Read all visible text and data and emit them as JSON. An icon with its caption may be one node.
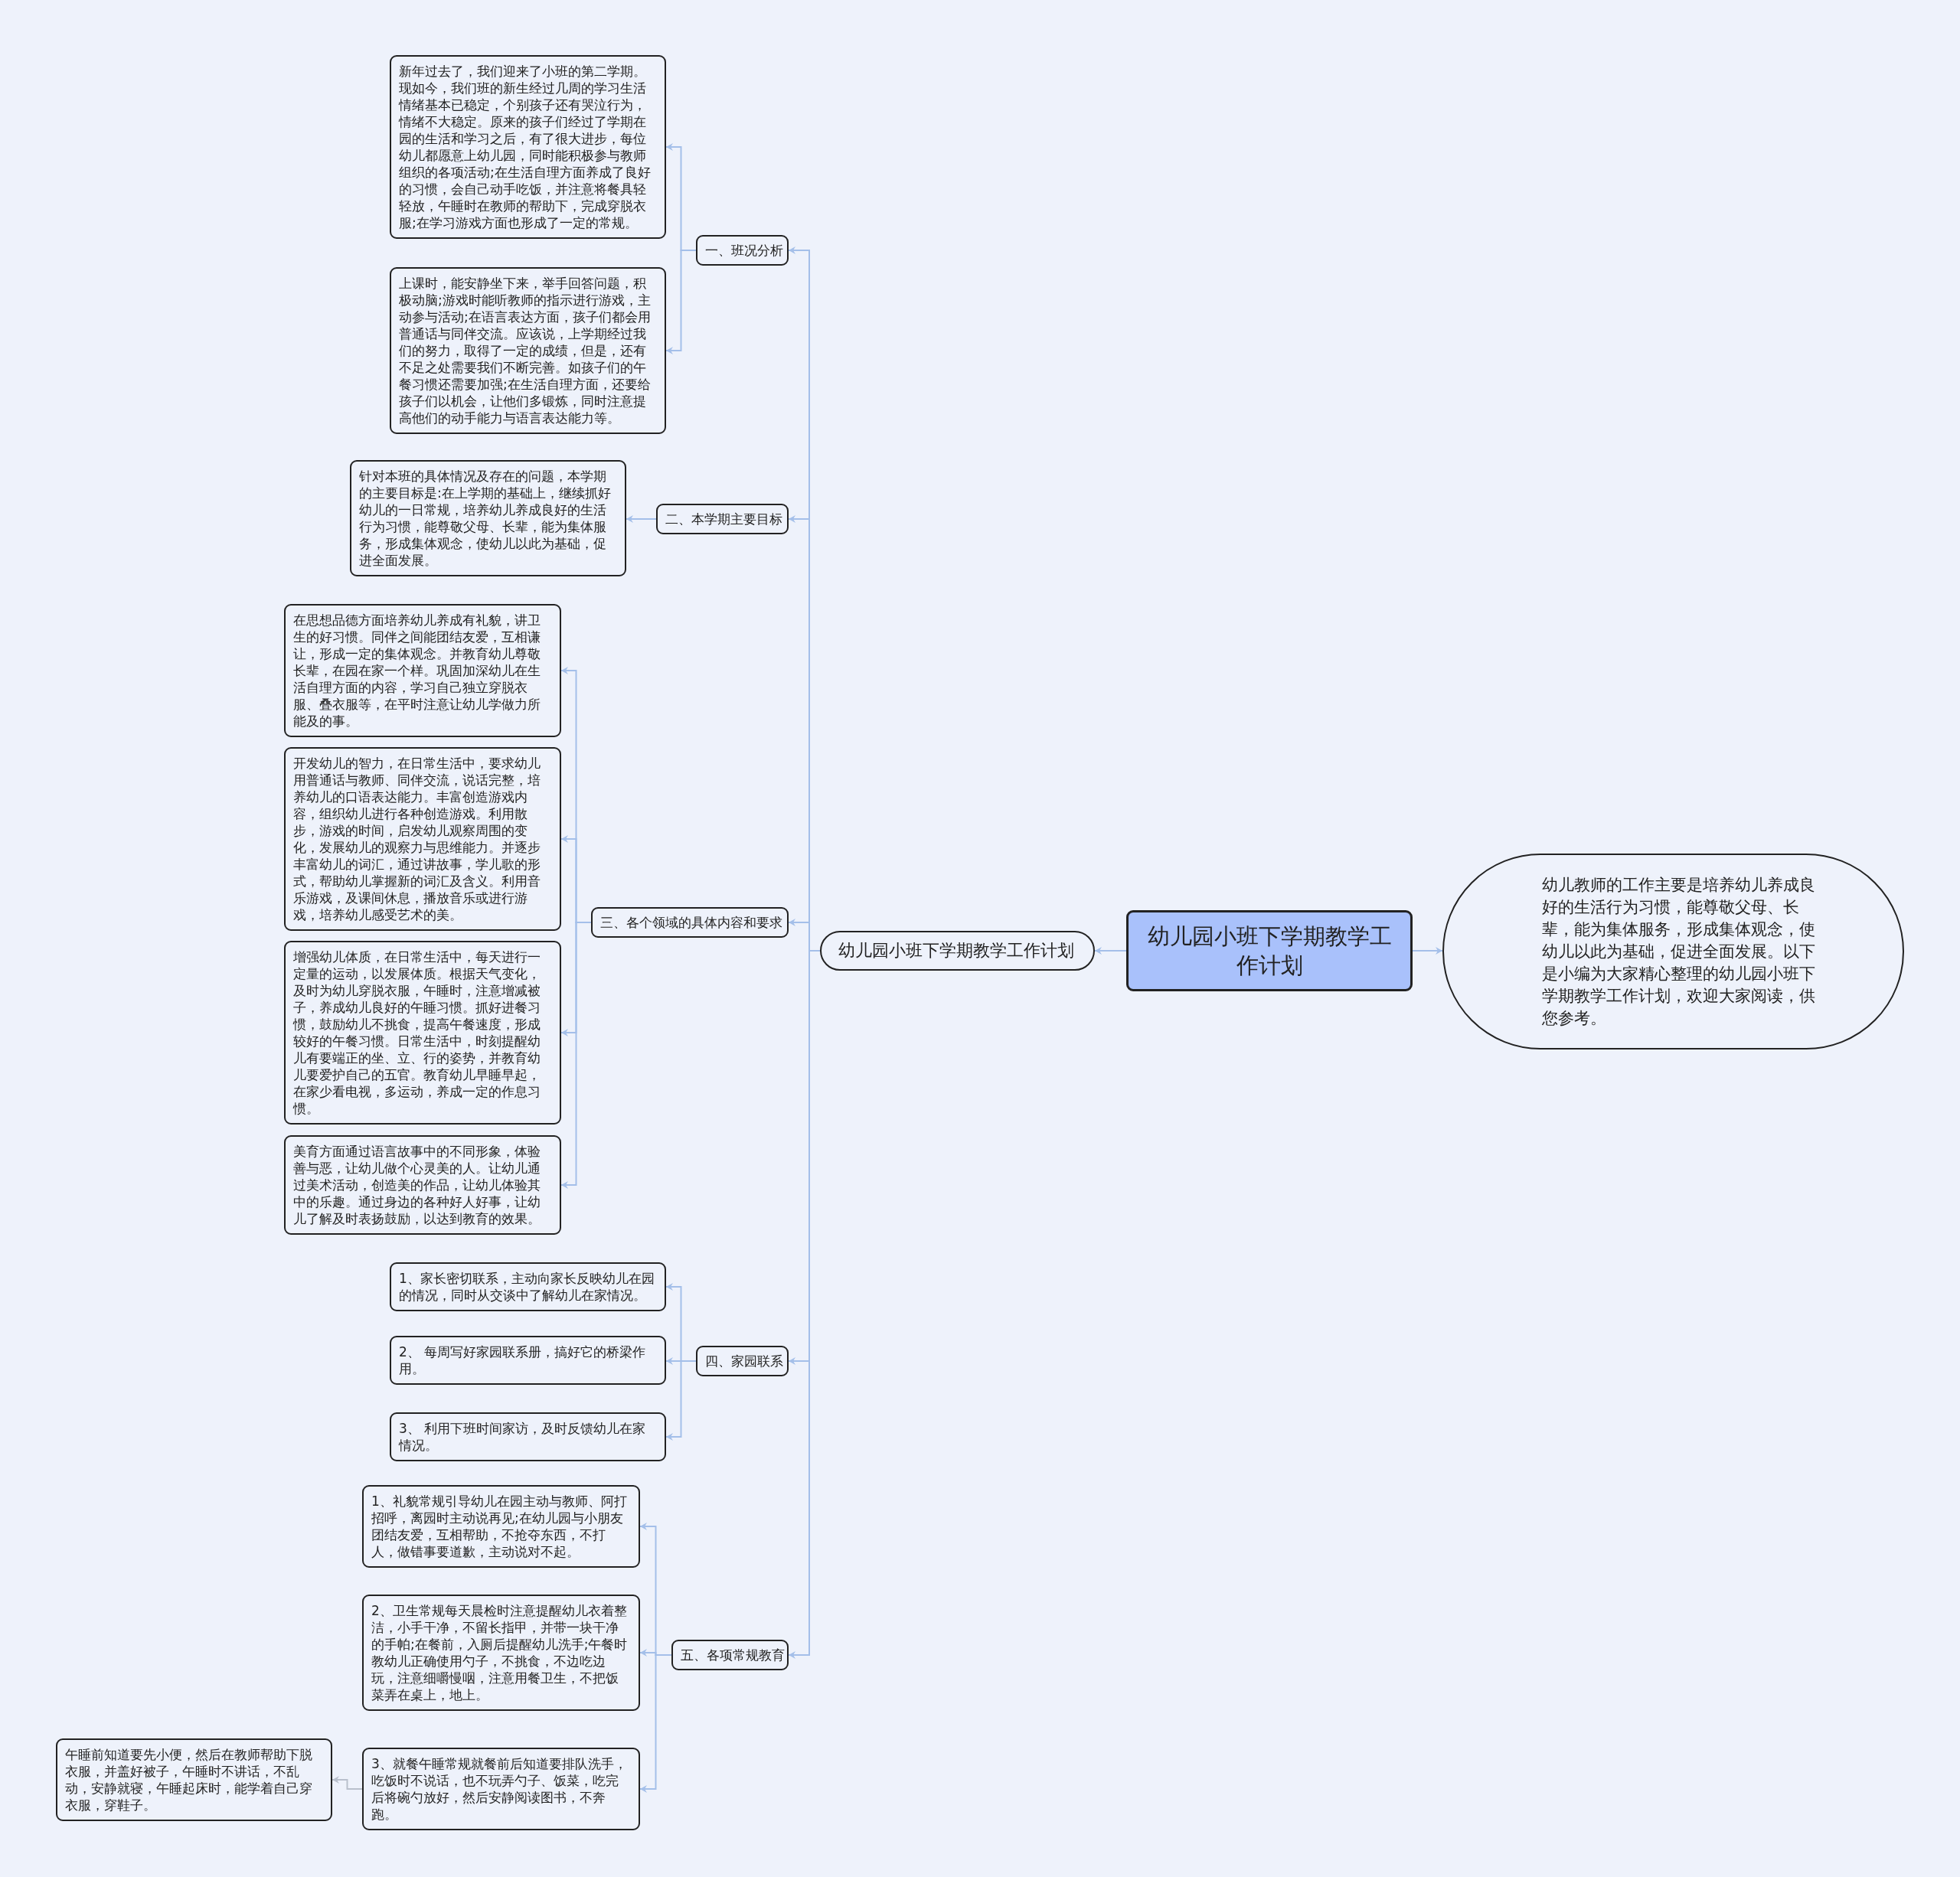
{
  "diagram": {
    "nodes": [
      {
        "text": [
          "幼儿园小班下学期教学工作计划"
        ]
      },
      {
        "text": [
          "幼儿教师的工作主要是培养幼儿养成良好的生活行为习惯，能尊敬父母、长辈，能为集体服务，形成集体观念，使幼儿以此为基础，促进全面发展。以下是小编为大家精心整理的幼儿园小班下学期教学工作计划，欢迎大家阅读，供您参考。"
        ]
      },
      {
        "text": [
          "幼儿园小班下学期教学工作计划"
        ]
      },
      {
        "text": [
          "一、班况分析"
        ]
      },
      {
        "text": [
          "新年过去了，我们迎来了小班的第二学期。现如今，我们班的新生经过几周的学习生活情绪基本已稳定，个别孩子还有哭泣行为，情绪不大稳定。原来的孩子们经过了学期在园的生活和学习之后，有了很大进步，每位幼儿都愿意上幼儿园，同时能积极参与教师组织的各项活动;在生活自理方面养成了良好的习惯，会自己动手吃饭，并注意将餐具轻轻放，午睡时在教师的帮助下，完成穿脱衣服;在学习游戏方面也形成了一定的常规。"
        ]
      },
      {
        "text": [
          "上课时，能安静坐下来，举手回答问题，积极动脑;游戏时能听教师的指示进行游戏，主动参与活动;在语言表达方面，孩子们都会用普通话与同伴交流。应该说，上学期经过我们的努力，取得了一定的成绩，但是，还有不足之处需要我们不断完善。如孩子们的午餐习惯还需要加强;在生活自理方面，还要给孩子们以机会，让他们多锻炼，同时注意提高他们的动手能力与语言表达能力等。"
        ]
      },
      {
        "text": [
          "二、本学期主要目标"
        ]
      },
      {
        "text": [
          "针对本班的具体情况及存在的问题，本学期的主要目标是:在上学期的基础上，继续抓好幼儿的一日常规，培养幼儿养成良好的生活行为习惯，能尊敬父母、长辈，能为集体服务，形成集体观念，使幼儿以此为基础，促进全面发展。"
        ]
      },
      {
        "text": [
          "三、各个领域的具体内容和要求"
        ]
      },
      {
        "text": [
          "在思想品德方面培养幼儿养成有礼貌，讲卫生的好习惯。同伴之间能团结友爱，互相谦让，形成一定的集体观念。并教育幼儿尊敬长辈，在园在家一个样。巩固加深幼儿在生活自理方面的内容，学习自己独立穿脱衣服、叠衣服等，在平时注意让幼儿学做力所能及的事。"
        ]
      },
      {
        "text": [
          "开发幼儿的智力，在日常生活中，要求幼儿用普通话与教师、同伴交流，说话完整，培养幼儿的口语表达能力。丰富创造游戏内容，组织幼儿进行各种创造游戏。利用散步，游戏的时间，启发幼儿观察周围的变化，发展幼儿的观察力与思维能力。并逐步丰富幼儿的词汇，通过讲故事，学儿歌的形式，帮助幼儿掌握新的词汇及含义。利用音乐游戏，及课间休息，播放音乐或进行游戏，培养幼儿感受艺术的美。"
        ]
      },
      {
        "text": [
          "增强幼儿体质，在日常生活中，每天进行一定量的运动，以发展体质。根据天气变化，及时为幼儿穿脱衣服，午睡时，注意增减被子，养成幼儿良好的午睡习惯。抓好进餐习惯，鼓励幼儿不挑食，提高午餐速度，形成较好的午餐习惯。日常生活中，时刻提醒幼儿有要端正的坐、立、行的姿势，并教育幼儿要爱护自己的五官。教育幼儿早睡早起，在家少看电视，多运动，养成一定的作息习惯。"
        ]
      },
      {
        "text": [
          "美育方面通过语言故事中的不同形象，体验善与恶，让幼儿做个心灵美的人。让幼儿通过美术活动，创造美的作品，让幼儿体验其中的乐趣。通过身边的各种好人好事，让幼儿了解及时表扬鼓励，以达到教育的效果。"
        ]
      },
      {
        "text": [
          "四、家园联系"
        ]
      },
      {
        "text": [
          "1、家长密切联系，主动向家长反映幼儿在园的情况，同时从交谈中了解幼儿在家情况。"
        ]
      },
      {
        "text": [
          "2、 每周写好家园联系册，搞好它的桥梁作用。"
        ]
      },
      {
        "text": [
          "3、 利用下班时间家访，及时反馈幼儿在家情况。"
        ]
      },
      {
        "text": [
          "五、各项常规教育"
        ]
      },
      {
        "text": [
          "1、礼貌常规引导幼儿在园主动与教师、阿打招呼，离园时主动说再见;在幼儿园与小朋友团结友爱，互相帮助，不抢夺东西，不打人，做错事要道歉，主动说对不起。"
        ]
      },
      {
        "text": [
          "2、卫生常规每天晨检时注意提醒幼儿衣着整洁，小手干净，不留长指甲，并带一块干净的手帕;在餐前，入厕后提醒幼儿洗手;午餐时教幼儿正确使用勺子，不挑食，不边吃边玩，注意细嚼慢咽，注意用餐卫生，不把饭菜弄在桌上，地上。"
        ]
      },
      {
        "text": [
          "3、就餐午睡常规就餐前后知道要排队洗手，吃饭时不说话，也不玩弄勺子、饭菜，吃完后将碗勺放好，然后安静阅读图书，不奔跑。"
        ]
      },
      {
        "text": [
          "午睡前知道要先小便，然后在教师帮助下脱衣服，并盖好被子，午睡时不讲话，不乱动，安静就寝，午睡起床时，能学着自己穿衣服，穿鞋子。"
        ]
      }
    ],
    "edges": [
      {
        "from": 0,
        "to": 1,
        "arrow": "to"
      },
      {
        "from": 0,
        "to": 2,
        "arrow": "to"
      },
      {
        "from": 2,
        "to": 3,
        "arrow": "to"
      },
      {
        "from": 2,
        "to": 6,
        "arrow": "to"
      },
      {
        "from": 2,
        "to": 8,
        "arrow": "to"
      },
      {
        "from": 2,
        "to": 13,
        "arrow": "to"
      },
      {
        "from": 2,
        "to": 17,
        "arrow": "to"
      },
      {
        "from": 3,
        "to": 4,
        "arrow": "to"
      },
      {
        "from": 3,
        "to": 5,
        "arrow": "to"
      },
      {
        "from": 6,
        "to": 7,
        "arrow": "to"
      },
      {
        "from": 8,
        "to": 9,
        "arrow": "to"
      },
      {
        "from": 8,
        "to": 10,
        "arrow": "to"
      },
      {
        "from": 8,
        "to": 11,
        "arrow": "to"
      },
      {
        "from": 8,
        "to": 12,
        "arrow": "to"
      },
      {
        "from": 13,
        "to": 14,
        "arrow": "to"
      },
      {
        "from": 13,
        "to": 15,
        "arrow": "to"
      },
      {
        "from": 13,
        "to": 16,
        "arrow": "to"
      },
      {
        "from": 17,
        "to": 18,
        "arrow": "to"
      },
      {
        "from": 17,
        "to": 19,
        "arrow": "to"
      },
      {
        "from": 17,
        "to": 20,
        "arrow": "to"
      },
      {
        "from": 20,
        "to": 21,
        "arrow": "to",
        "color": "#b9c0cc"
      }
    ]
  }
}
